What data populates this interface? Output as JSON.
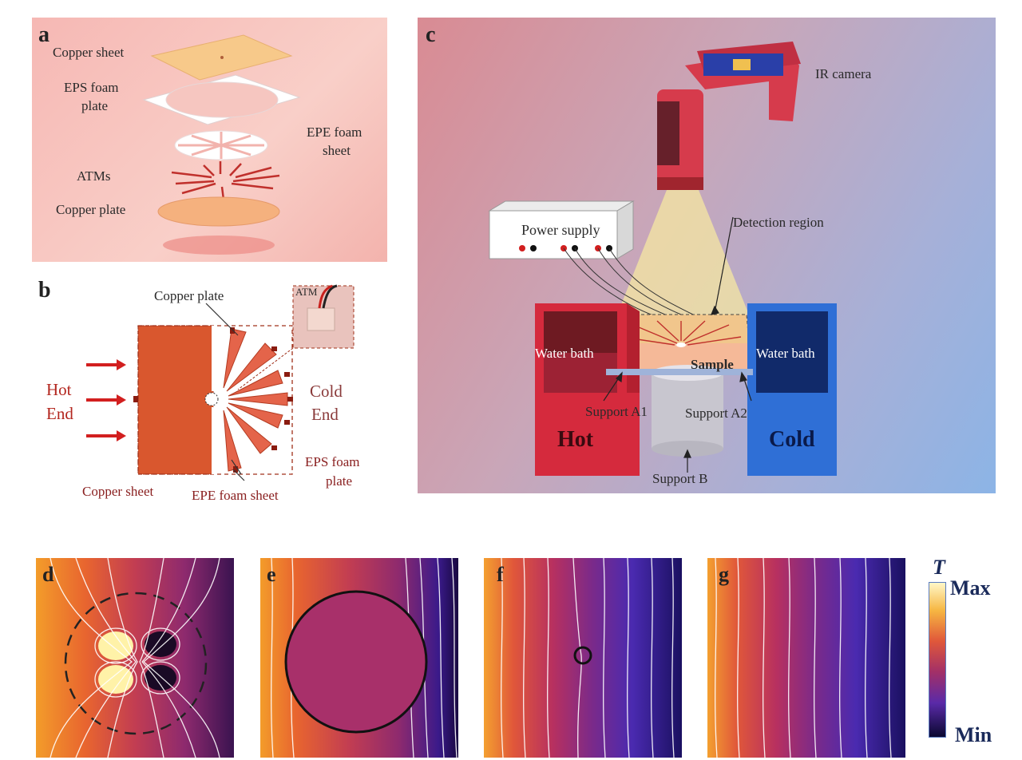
{
  "panel_a": {
    "label": "a",
    "copper_sheet": "Copper sheet",
    "eps_foam_plate": [
      "EPS foam",
      "plate"
    ],
    "epe_foam_sheet": [
      "EPE foam",
      "sheet"
    ],
    "atms": "ATMs",
    "copper_plate": "Copper plate"
  },
  "panel_b": {
    "label": "b",
    "copper_plate": "Copper plate",
    "atm_inset": "ATM",
    "hot_end": [
      "Hot",
      "End"
    ],
    "cold_end": [
      "Cold",
      "End"
    ],
    "copper_sheet": "Copper sheet",
    "epe_foam_sheet": "EPE foam sheet",
    "eps_foam_plate": [
      "EPS foam",
      "plate"
    ]
  },
  "panel_c": {
    "label": "c",
    "ir_camera": "IR camera",
    "power_supply": "Power supply",
    "detection_region": "Detection region",
    "water_bath_left": "Water bath",
    "water_bath_right": "Water bath",
    "sample": "Sample",
    "support_a1": "Support A1",
    "support_a2": "Support A2",
    "support_b": "Support B",
    "hot": "Hot",
    "cold": "Cold"
  },
  "heatmaps": [
    {
      "label": "d"
    },
    {
      "label": "e"
    },
    {
      "label": "f"
    },
    {
      "label": "g"
    }
  ],
  "colorbar": {
    "symbol": "T",
    "max": "Max",
    "min": "Min"
  },
  "colors": {
    "hot_red": "#c8283a",
    "cold_blue": "#2f6fd6",
    "copper": "#d9572e"
  }
}
